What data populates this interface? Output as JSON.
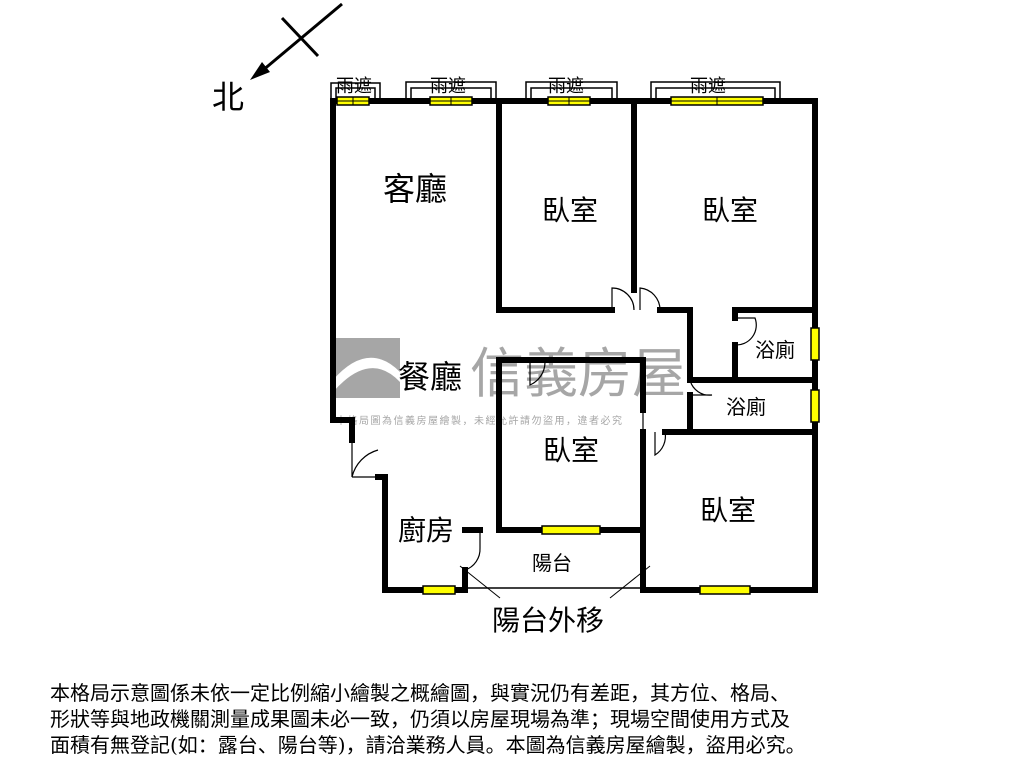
{
  "compass": {
    "label": "北"
  },
  "watermark": {
    "brand": "信義房屋",
    "notice": "本格局圖為信義房屋繪製，未經允許請勿盜用，違者必究"
  },
  "rooms": {
    "living": "客廳",
    "dining": "餐廳",
    "bedroom1": "臥室",
    "bedroom2": "臥室",
    "bedroom3": "臥室",
    "bedroom4": "臥室",
    "bath1": "浴廁",
    "bath2": "浴廁",
    "kitchen": "廚房",
    "balcony": "陽台",
    "balcony_note": "陽台外移"
  },
  "awnings": [
    "雨遮",
    "雨遮",
    "雨遮",
    "雨遮"
  ],
  "colors": {
    "wall": "#000000",
    "window": "#ffff00",
    "watermark": "#a6a6a6"
  },
  "disclaimer": [
    "本格局示意圖係未依一定比例縮小繪製之概繪圖，與實況仍有差距，其方位、格局、",
    "形狀等與地政機關測量成果圖未必一致，仍須以房屋現場為準；現場空間使用方式及",
    "面積有無登記(如：露台、陽台等)，請洽業務人員。本圖為信義房屋繪製，盜用必究。"
  ]
}
